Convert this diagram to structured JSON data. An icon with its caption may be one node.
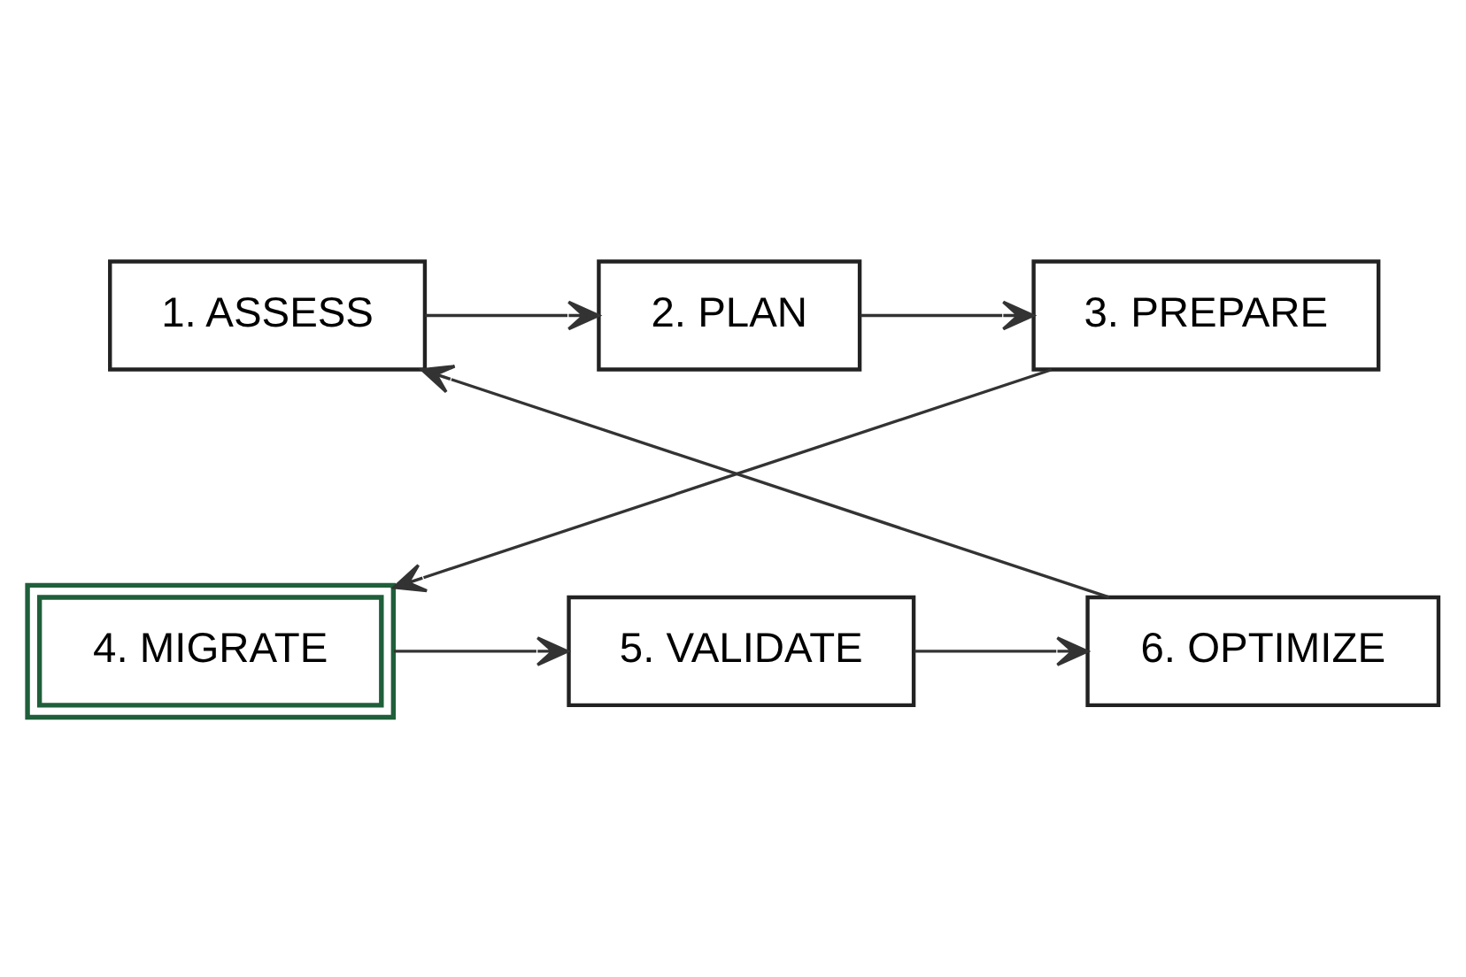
{
  "diagram": {
    "nodes": [
      {
        "text": [
          "1. ASSESS"
        ]
      },
      {
        "text": [
          "2. PLAN"
        ]
      },
      {
        "text": [
          "3. PREPARE"
        ]
      },
      {
        "text": [
          "4. MIGRATE"
        ]
      },
      {
        "text": [
          "5. VALIDATE"
        ]
      },
      {
        "text": [
          "6. OPTIMIZE"
        ]
      }
    ],
    "edges": [
      {
        "from": 0,
        "to": 1,
        "arrow": "to"
      },
      {
        "from": 1,
        "to": 2,
        "arrow": "to"
      },
      {
        "from": 2,
        "to": 3,
        "arrow": "to"
      },
      {
        "from": 3,
        "to": 4,
        "arrow": "to"
      },
      {
        "from": 4,
        "to": 5,
        "arrow": "to"
      },
      {
        "from": 5,
        "to": 0,
        "arrow": "to"
      }
    ]
  }
}
